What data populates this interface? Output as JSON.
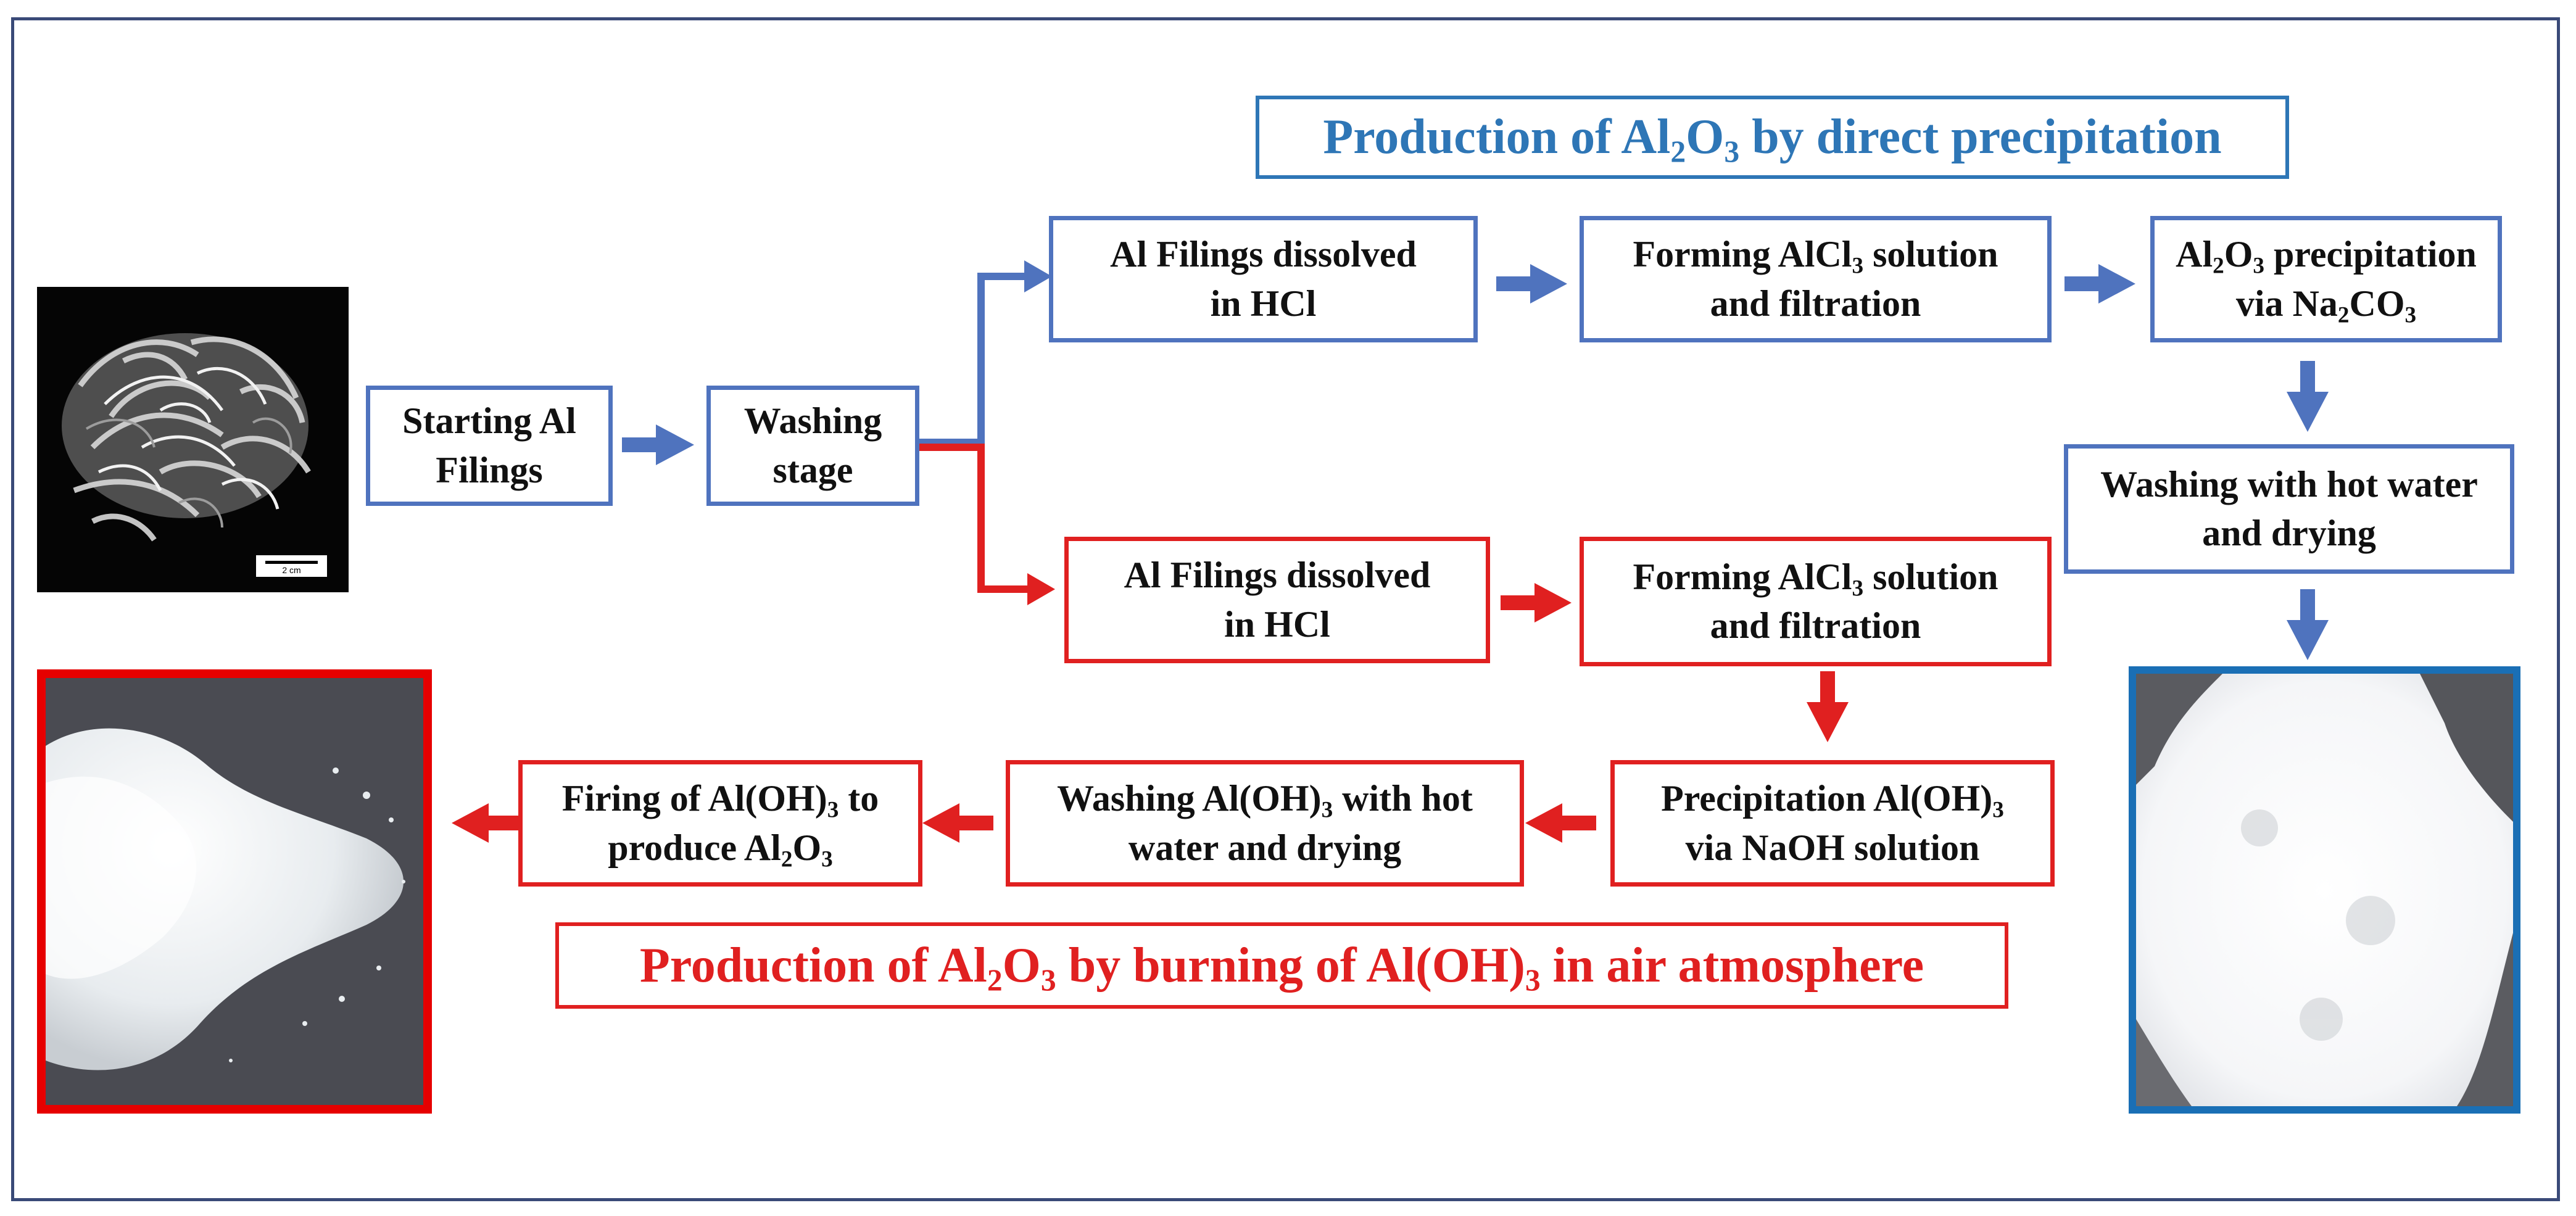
{
  "colors": {
    "blue_route": "#4f73be",
    "red_route": "#e02020",
    "frame": "#3a4a78",
    "title_blue": "#2e76b6"
  },
  "titles": {
    "direct": {
      "prefix": "Production of Al",
      "s1": "2",
      "mid": "O",
      "s2": "3",
      "suffix": " by direct precipitation"
    },
    "burning": {
      "prefix": "Production of Al",
      "s1": "2",
      "mid": "O",
      "s2": "3",
      "mid2": " by burning of Al(OH)",
      "s3": "3",
      "suffix": " in air atmosphere"
    }
  },
  "steps": {
    "start": {
      "l1": "Starting Al",
      "l2": "Filings"
    },
    "wash": {
      "l1": "Washing",
      "l2": "stage"
    },
    "blue_dissolve": {
      "l1": "Al Filings dissolved",
      "l2": "in HCl"
    },
    "blue_alcl3": {
      "l1a": "Forming AlCl",
      "l1s": "3",
      "l1b": " solution",
      "l2": "and filtration"
    },
    "blue_precip": {
      "l1a": "Al",
      "l1s1": "2",
      "l1b": "O",
      "l1s2": "3",
      "l1c": " precipitation",
      "l2a": "via Na",
      "l2s1": "2",
      "l2b": "CO",
      "l2s2": "3"
    },
    "blue_washdry": {
      "l1": "Washing with hot water",
      "l2": "and drying"
    },
    "red_dissolve": {
      "l1": "Al Filings dissolved",
      "l2": "in HCl"
    },
    "red_alcl3": {
      "l1a": "Forming AlCl",
      "l1s": "3",
      "l1b": " solution",
      "l2": "and filtration"
    },
    "red_precip": {
      "l1a": "Precipitation Al(OH)",
      "l1s": "3",
      "l2": "via NaOH solution"
    },
    "red_washdry": {
      "l1a": "Washing Al(OH)",
      "l1s": "3",
      "l1b": " with hot",
      "l2": "water and drying"
    },
    "red_firing": {
      "l1a": "Firing of Al(OH)",
      "l1s": "3",
      "l1b": " to",
      "l2a": "produce Al",
      "l2s1": "2",
      "l2b": "O",
      "l2s2": "3"
    }
  },
  "photos": {
    "filings_scale_label": "2 cm"
  }
}
